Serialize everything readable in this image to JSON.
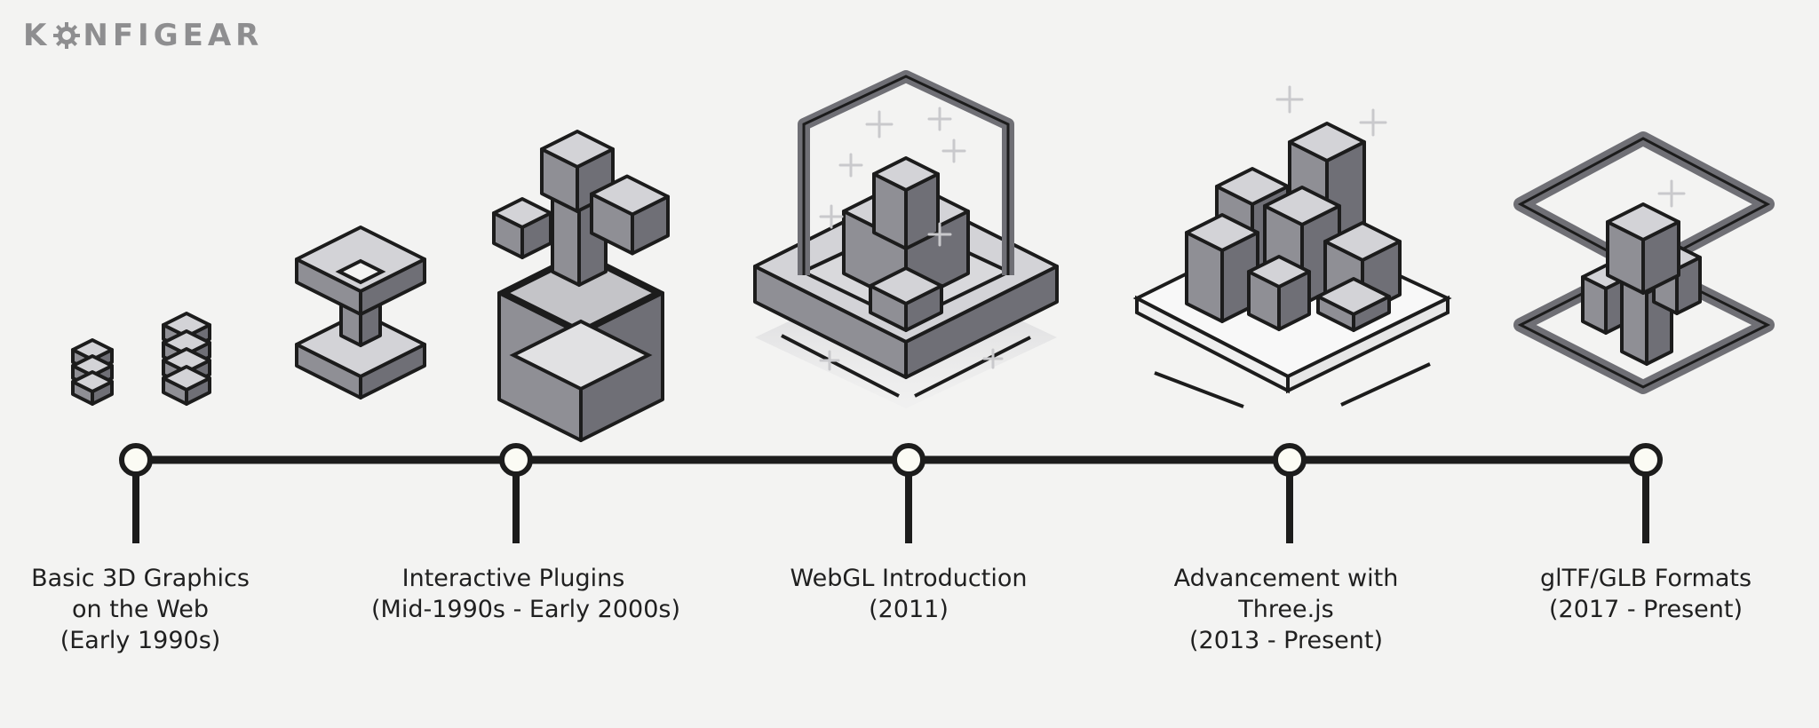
{
  "brand": {
    "logo_left": "K",
    "logo_right": "NFIGEAR"
  },
  "timeline": {
    "milestones": [
      {
        "lines": [
          "Basic 3D Graphics",
          "on the Web",
          "(Early 1990s)"
        ]
      },
      {
        "lines": [
          "Interactive Plugins",
          "(Mid-1990s - Early 2000s)"
        ]
      },
      {
        "lines": [
          "WebGL Introduction",
          "(2011)"
        ]
      },
      {
        "lines": [
          "Advancement with",
          "Three.js",
          "(2013 - Present)"
        ]
      },
      {
        "lines": [
          "glTF/GLB Formats",
          "(2017 - Present)"
        ]
      }
    ]
  },
  "colors": {
    "line": "#1c1c1c",
    "face_top": "#d3d3d7",
    "face_left": "#8f8f95",
    "face_right": "#6f6f76",
    "logo": "#8e8e90"
  }
}
